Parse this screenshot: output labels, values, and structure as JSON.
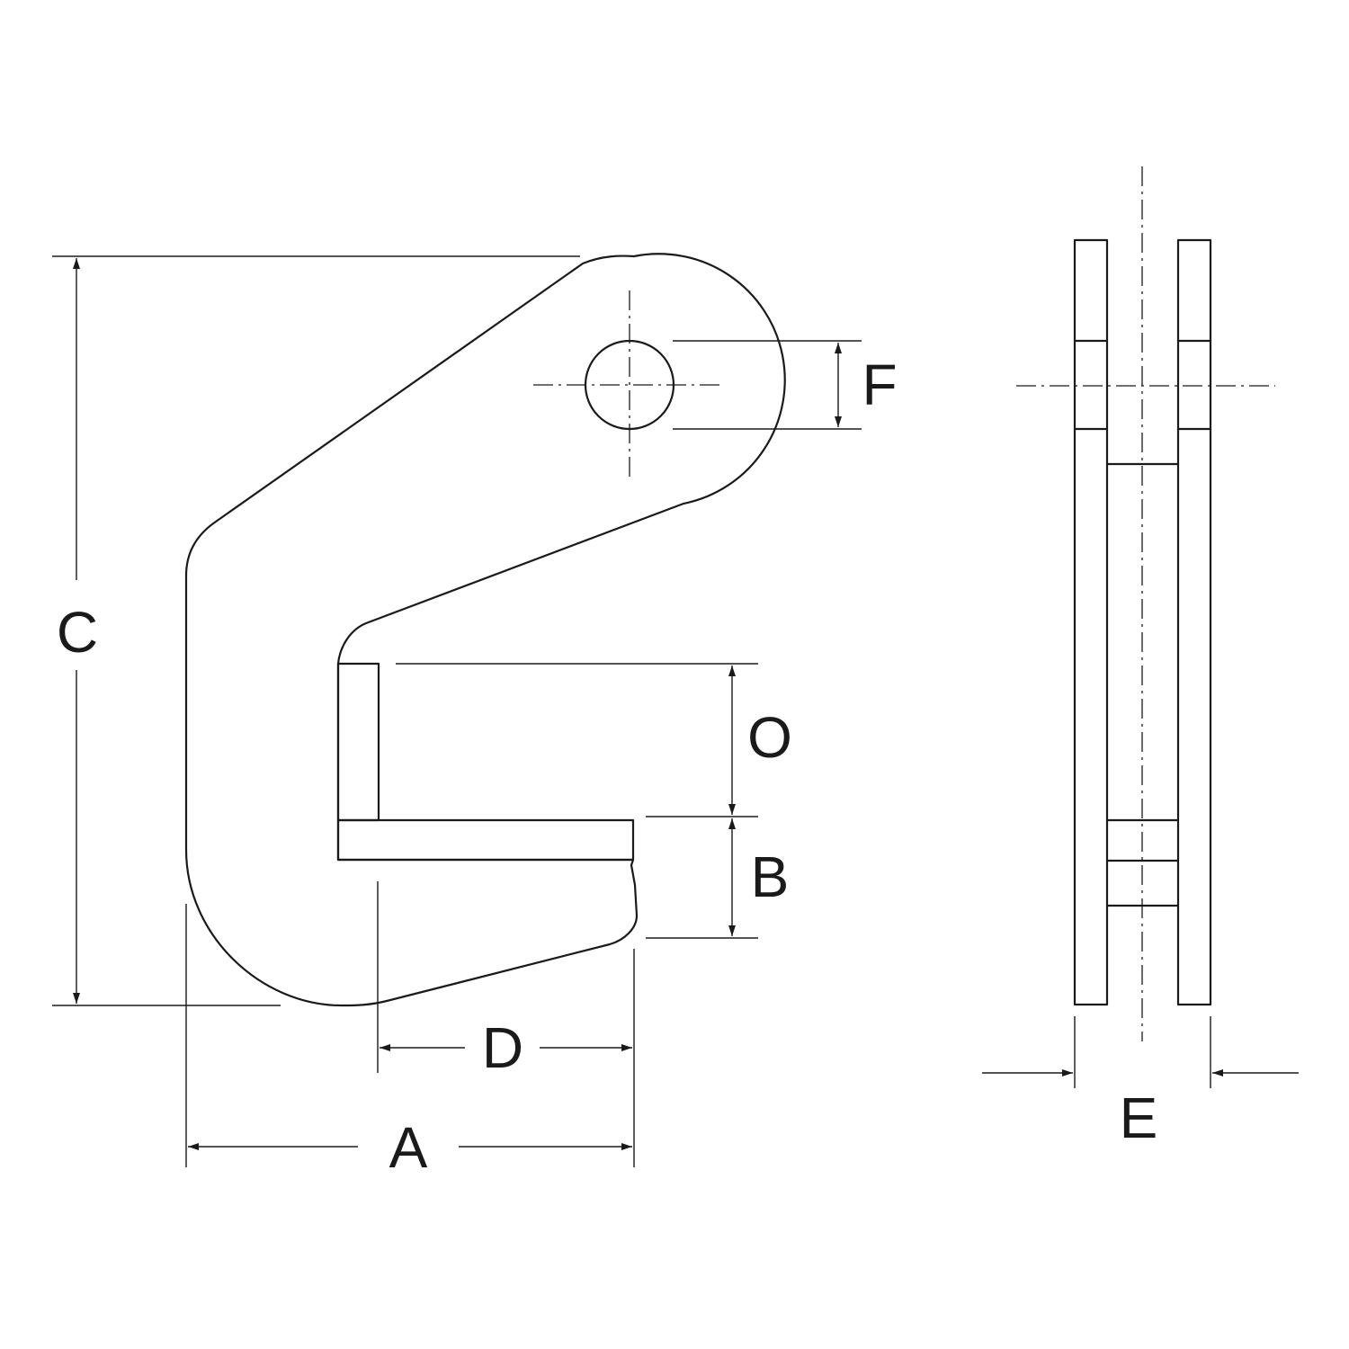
{
  "labels": {
    "A": "A",
    "B": "B",
    "C": "C",
    "D": "D",
    "E": "E",
    "F": "F",
    "O": "O"
  },
  "colors": {
    "line": "#1a1a1a",
    "background": "#ffffff"
  }
}
